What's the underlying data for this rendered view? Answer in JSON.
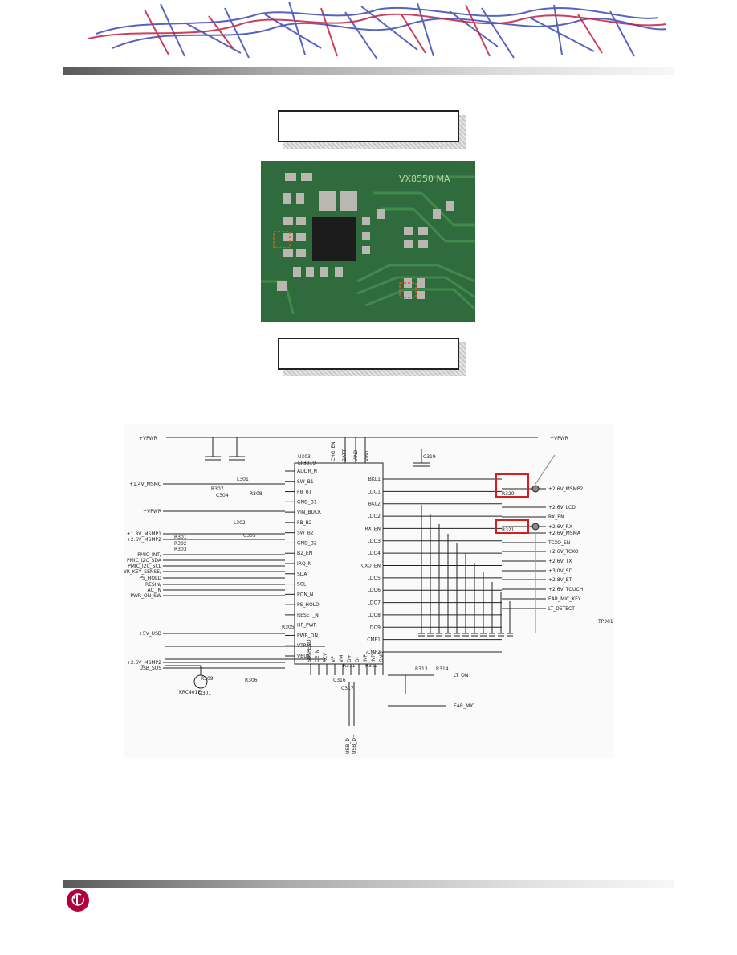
{
  "header": {
    "logo_name": "banner-artwork"
  },
  "boxes": {
    "top_label": "",
    "bottom_label": ""
  },
  "photo": {
    "board_text": "VX8550 MA"
  },
  "schematic": {
    "chip_ref": "U303",
    "chip_part": "LP3919",
    "top_left_net": "+VPWR",
    "top_right_net": "+VPWR",
    "left_nets": [
      "+1.4V_MSMC",
      "+VPWR",
      "+1.8V_MSMP1",
      "+2.6V_MSMP2",
      "PMIC_INT/",
      "PMIC_I2C_SDA",
      "PMIC_I2C_SCL",
      "PWR_KEY_SENSE/",
      "PS_HOLD",
      "RESIN/",
      "AC_IN",
      "PWR_ON_SW",
      "+5V_USB",
      "+2.6V_MSMP2",
      "USB_SUS"
    ],
    "right_nets": [
      "+2.6V_MSMP2",
      "+2.6V_LCD",
      "RX_EN",
      "+2.6V_RX",
      "+2.6V_MSMA",
      "TCXO_EN",
      "+2.6V_TCXO",
      "+2.6V_TX",
      "+3.0V_SD",
      "+2.8V_BT",
      "+2.6V_TOUCH",
      "EAR_MIC_KEY",
      "LT_DETECT"
    ],
    "bottom_nets": [
      "LT_ON",
      "EAR_MIC",
      "USB_D-",
      "USB_D+"
    ],
    "left_pins": [
      "ADDR_N",
      "SW_B1",
      "FB_B1",
      "GND_B1",
      "VIN_BUCK",
      "FB_B2",
      "SW_B2",
      "GND_B2",
      "B2_EN",
      "IRQ_N",
      "SDA",
      "SCL",
      "PON_N",
      "PS_HOLD",
      "RESET_N",
      "HF_PWR",
      "PWR_ON",
      "VTRM",
      "VBUS"
    ],
    "right_pins": [
      "BKL1",
      "LDO1",
      "BKL2",
      "LDO2",
      "RX_EN",
      "LDO3",
      "LDO4",
      "TCXO_EN",
      "LDO5",
      "LDO6",
      "LDO7",
      "LDO8",
      "LDO9",
      "CMP1",
      "CMP2"
    ],
    "top_pins": [
      "CHG_EN",
      "BATT",
      "VIN2",
      "VIN1"
    ],
    "bottom_pins": [
      "SUSPEND",
      "OE_N",
      "RCV",
      "VP",
      "VM",
      "D+",
      "D-",
      "INPL",
      "INPL",
      "GND"
    ],
    "parts": [
      "L301",
      "R307",
      "C304",
      "R308",
      "L302",
      "C305",
      "R301",
      "R302",
      "R303",
      "R305",
      "R306",
      "R309",
      "R311",
      "R312",
      "R313",
      "R314",
      "Q301",
      "C316",
      "C317",
      "C319",
      "R320",
      "R321"
    ],
    "tp": "TP301",
    "transistor": "KRC401E"
  },
  "footer": {
    "logo_name": "lg-logo"
  },
  "colors": {
    "highlight": "#d31f1f",
    "accent": "#b0003a"
  }
}
